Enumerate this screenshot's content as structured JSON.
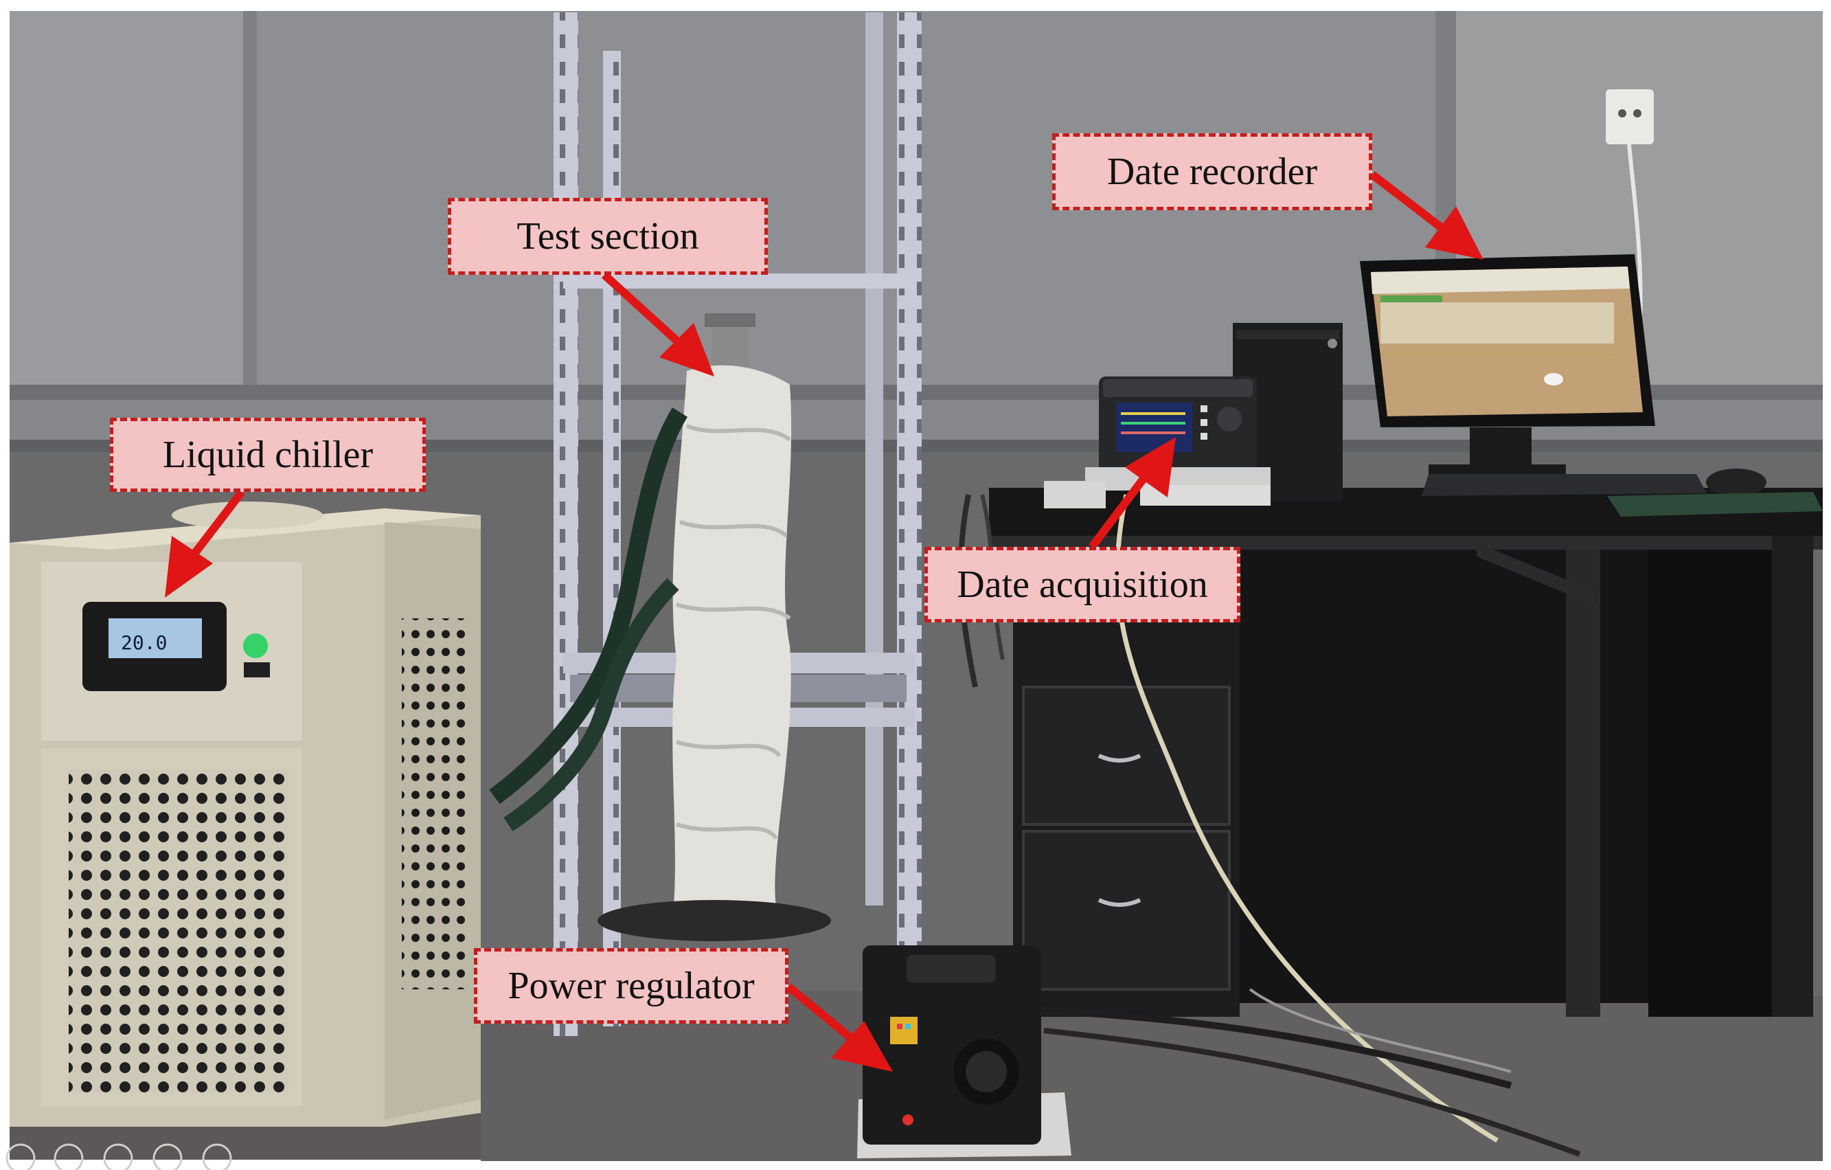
{
  "labels": {
    "test_section": "Test section",
    "date_recorder": "Date recorder",
    "liquid_chiller": "Liquid chiller",
    "date_acquisition": "Date acquisition",
    "power_regulator": "Power regulator"
  },
  "chiller_display": "20.0",
  "colors": {
    "label_fill": "#f4c3c3",
    "label_border": "#c41e1e",
    "arrow": "#e01515",
    "wall": "#8f9092",
    "floor": "#5b5857",
    "desk": "#1d1d1f",
    "chiller_body": "#d8d2c2",
    "insulation": "#e3e1dc",
    "rack": "#c7c8d6"
  },
  "icons": [
    "arrow-icon",
    "power-indicator-icon"
  ]
}
